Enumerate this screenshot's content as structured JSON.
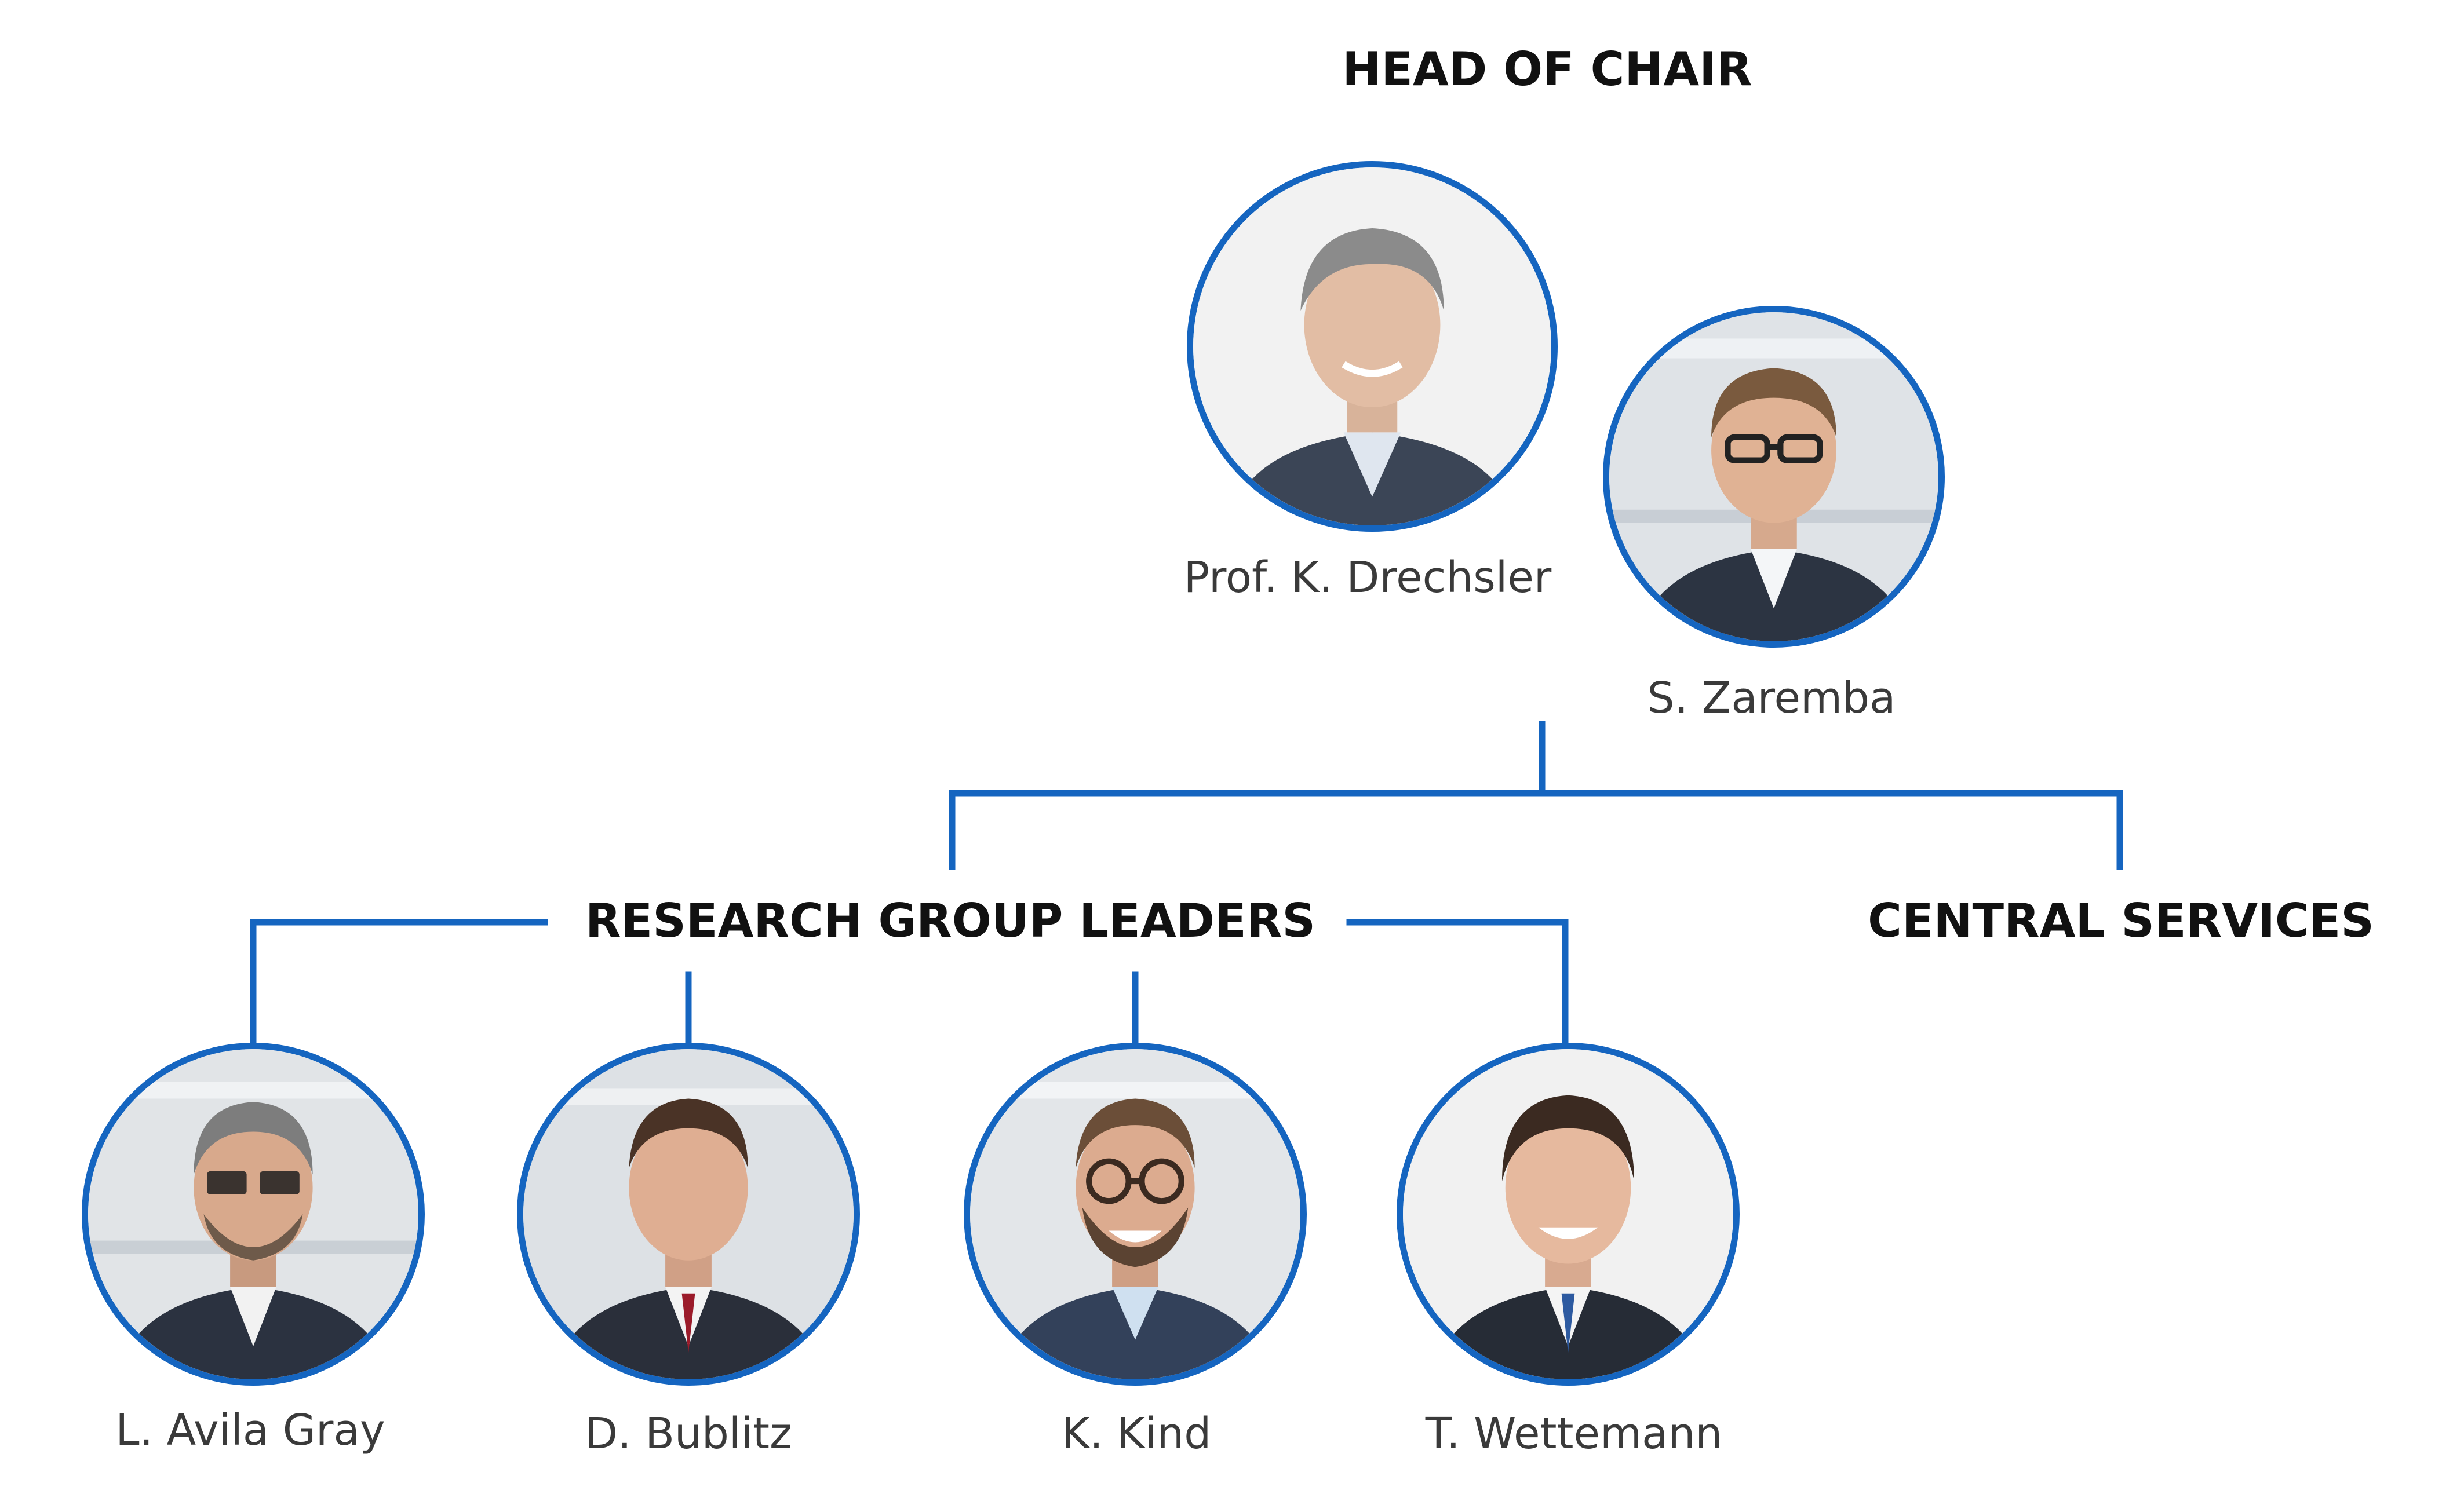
{
  "theme": {
    "line_color": "#1565C0",
    "ring_color": "#1565C0",
    "heading_color": "#111111",
    "name_color": "#3a3a3a"
  },
  "headings": {
    "head_of_chair": "HEAD OF CHAIR",
    "research_group_leaders": "RESEARCH GROUP LEADERS",
    "central_services": "CENTRAL SERVICES"
  },
  "head_of_chair": [
    {
      "name": "Prof. K. Drechsler",
      "portrait": "portrait-photo-drechsler"
    },
    {
      "name": "S. Zaremba",
      "portrait": "portrait-photo-zaremba"
    }
  ],
  "research_group_leaders": [
    {
      "name": "L. Avila Gray",
      "portrait": "portrait-photo-avila-gray"
    },
    {
      "name": "D. Bublitz",
      "portrait": "portrait-photo-bublitz"
    },
    {
      "name": "K. Kind",
      "portrait": "portrait-photo-kind"
    },
    {
      "name": "T. Wettemann",
      "portrait": "portrait-photo-wettemann"
    }
  ]
}
